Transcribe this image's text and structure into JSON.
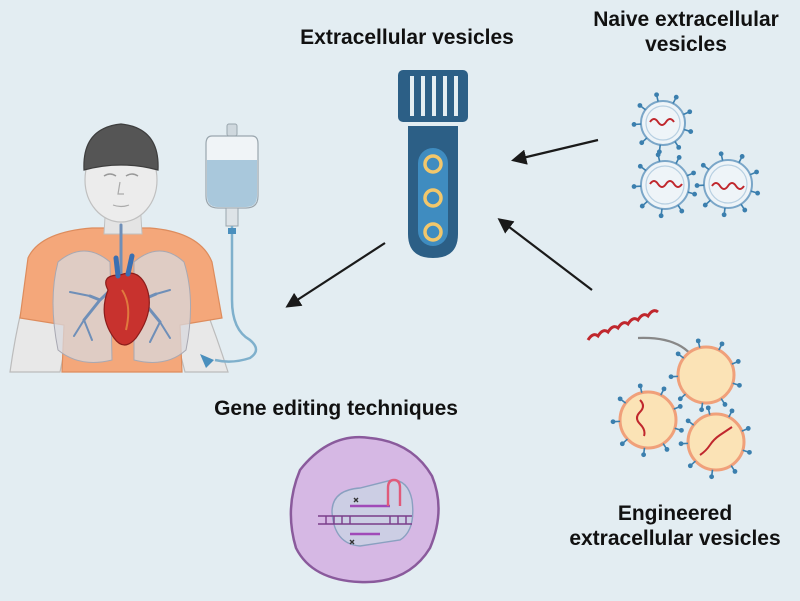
{
  "labels": {
    "extracellular_vesicles": "Extracellular vesicles",
    "naive_line1": "Naive extracellular",
    "naive_line2": "vesicles",
    "gene_editing": "Gene editing techniques",
    "engineered_line1": "Engineered",
    "engineered_line2": "extracellular vesicles"
  },
  "colors": {
    "background": "#e3edf2",
    "tube": "#2c5f86",
    "tube_spot": "#f2c76b",
    "shirt": "#f4a77a",
    "beanie": "#555555",
    "vesicle_membrane_naive": "#7aa6c8",
    "vesicle_membrane_engineered": "#f0a07a",
    "vesicle_fill_engineered": "#fbe3b6",
    "receptor": "#3b7fae",
    "rna": "#c0272d",
    "cell_fill": "#d6b8e4",
    "cell_membrane": "#8a5a9c",
    "arrow": "#1a1a1a"
  }
}
